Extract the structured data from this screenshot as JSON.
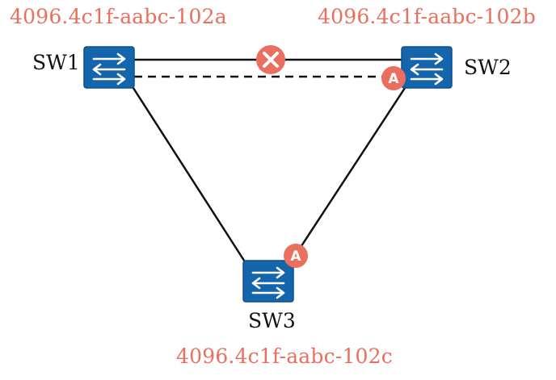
{
  "colors": {
    "accent": "#ea6f5f",
    "switch_fill": "#1565ad",
    "switch_border": "#0d4f8e",
    "link": "#111111",
    "arrows": "#ffffff"
  },
  "switches": {
    "sw1": {
      "label": "SW1",
      "bridge_id": "4096.4c1f-aabc-102a",
      "icon": "switch-icon"
    },
    "sw2": {
      "label": "SW2",
      "bridge_id": "4096.4c1f-aabc-102b",
      "icon": "switch-icon"
    },
    "sw3": {
      "label": "SW3",
      "bridge_id": "4096.4c1f-aabc-102c",
      "icon": "switch-icon"
    }
  },
  "links": [
    {
      "from": "SW1",
      "to": "SW2",
      "style": "solid",
      "marker": "blocked-x-icon"
    },
    {
      "from": "SW1",
      "to": "SW2",
      "style": "dashed"
    },
    {
      "from": "SW1",
      "to": "SW3",
      "style": "solid"
    },
    {
      "from": "SW2",
      "to": "SW3",
      "style": "solid"
    }
  ],
  "markers": {
    "sw2_port": "A",
    "sw3_port": "A"
  }
}
